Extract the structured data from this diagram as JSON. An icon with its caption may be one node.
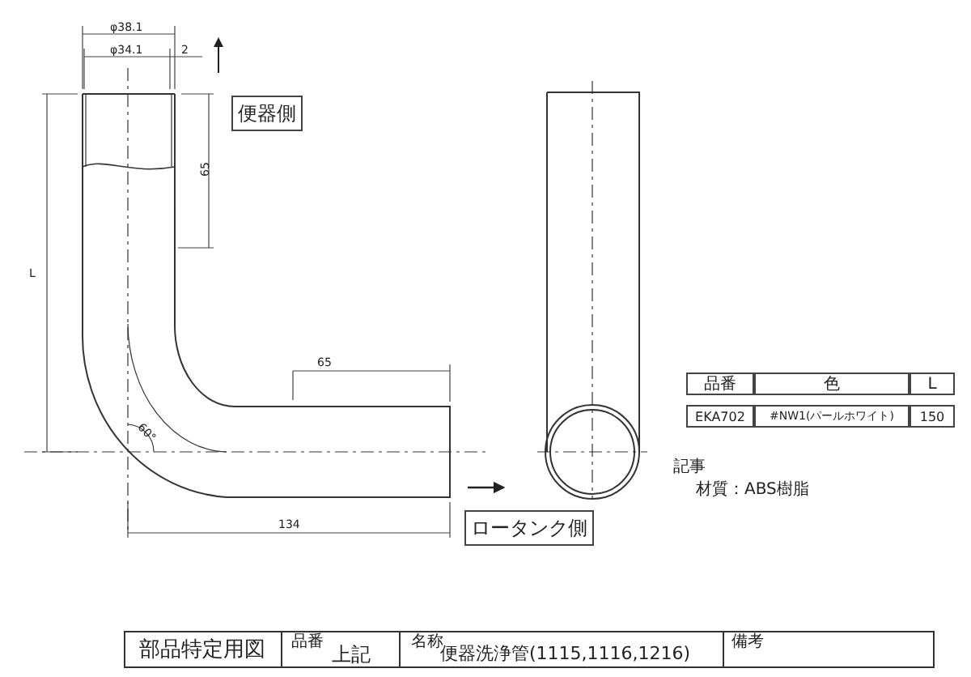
{
  "diagram": {
    "nodes": [
      {
        "text": [
          "便器側"
        ]
      },
      {
        "text": [
          "ロータンク側"
        ]
      }
    ],
    "labels": [
      "φ38.1",
      "φ34.1",
      "2",
      "65",
      "L",
      "65",
      "60°",
      "134",
      "品番",
      "色",
      "L",
      "EKA702",
      "#NW1(パールホワイト)",
      "150",
      "記事",
      "材質：ABS樹脂",
      "部品特定用図",
      "品番",
      "上記",
      "名称",
      "便器洗浄管(1115,1116,1216)",
      "備考"
    ]
  }
}
